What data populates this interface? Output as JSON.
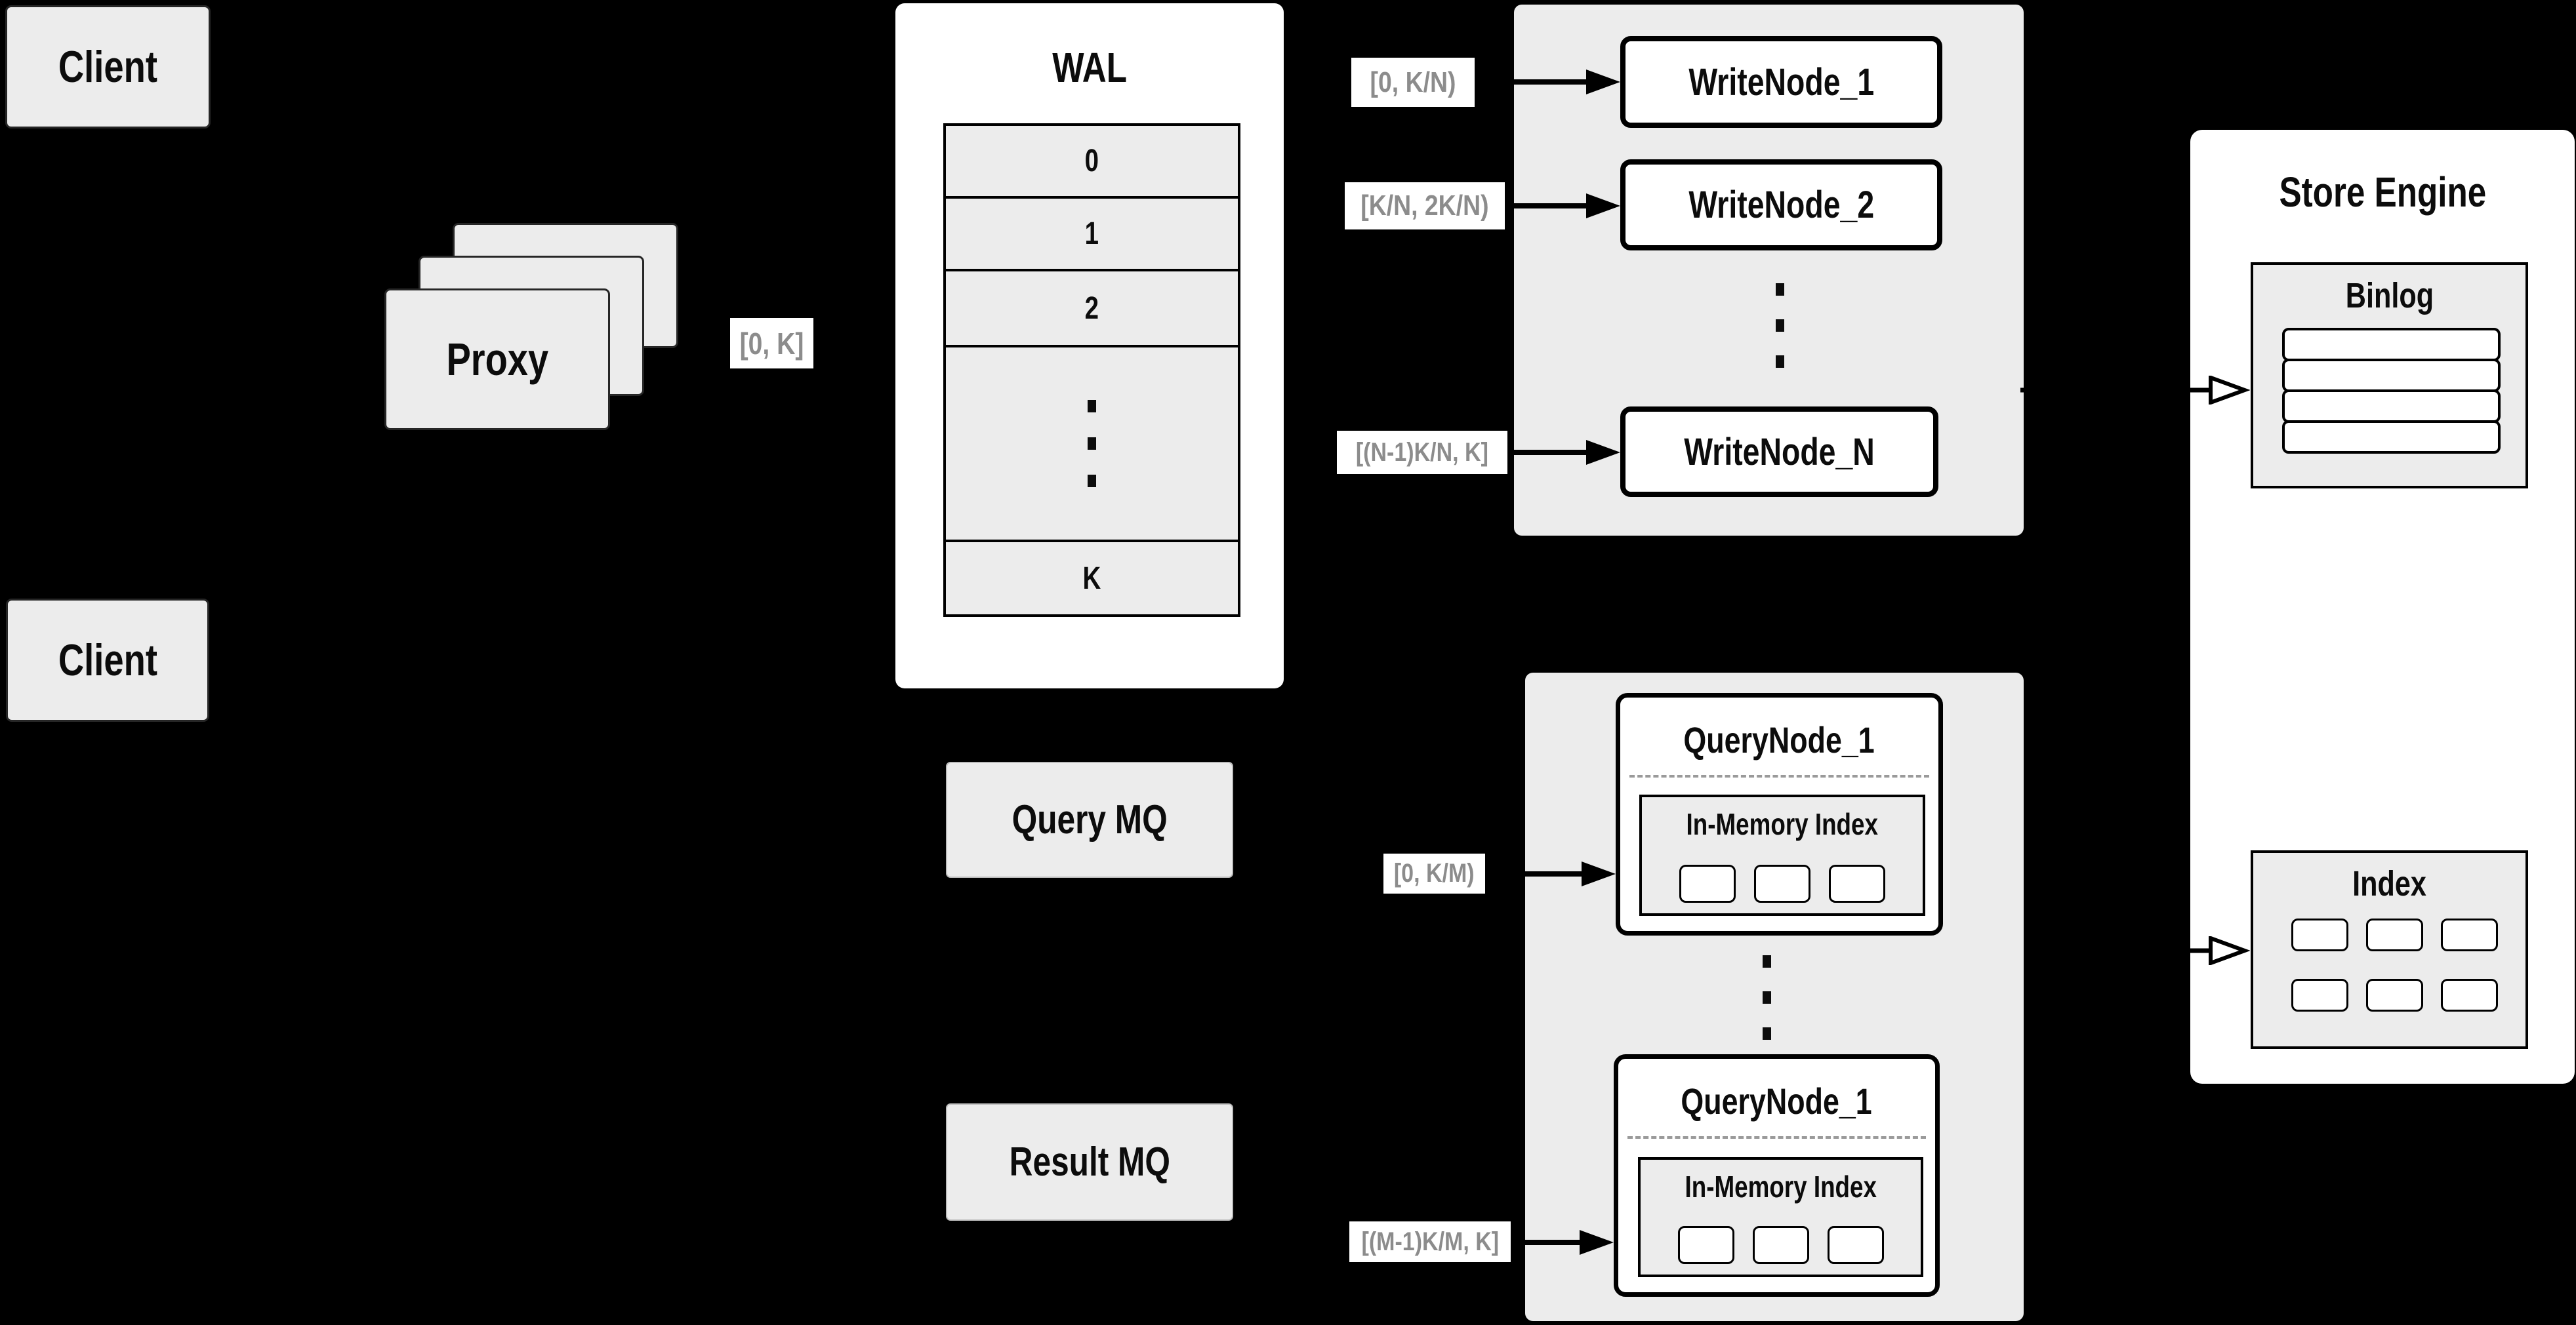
{
  "colors": {
    "background": "#000000",
    "panel_gray": "#ececec",
    "node_white": "#ffffff",
    "border_black": "#000000",
    "range_label_text": "#8c8c8c",
    "dashed_divider": "#9a9a9a"
  },
  "clients": {
    "top": "Client",
    "bottom": "Client"
  },
  "proxy": {
    "label": "Proxy",
    "range_out": "[0, K]"
  },
  "wal": {
    "title": "WAL",
    "slots": [
      "0",
      "1",
      "2",
      "⋮",
      "K"
    ]
  },
  "write_section": {
    "ranges": [
      "[0, K/N)",
      "[K/N, 2K/N)",
      "[(N-1)K/N, K]"
    ],
    "nodes": [
      "WriteNode_1",
      "WriteNode_2",
      "WriteNode_N"
    ]
  },
  "store_engine": {
    "title": "Store Engine",
    "binlog_title": "Binlog",
    "index_title": "Index"
  },
  "query_section": {
    "query_mq": "Query MQ",
    "result_mq": "Result MQ",
    "ranges": [
      "[0, K/M)",
      "[(M-1)K/M, K]"
    ],
    "nodes": [
      {
        "title": "QueryNode_1",
        "subtitle": "In-Memory Index"
      },
      {
        "title": "QueryNode_1",
        "subtitle": "In-Memory Index"
      }
    ]
  },
  "icons": {
    "solid-arrow": "▶",
    "open-arrow": "▷",
    "vertical-ellipsis": "⋮"
  }
}
